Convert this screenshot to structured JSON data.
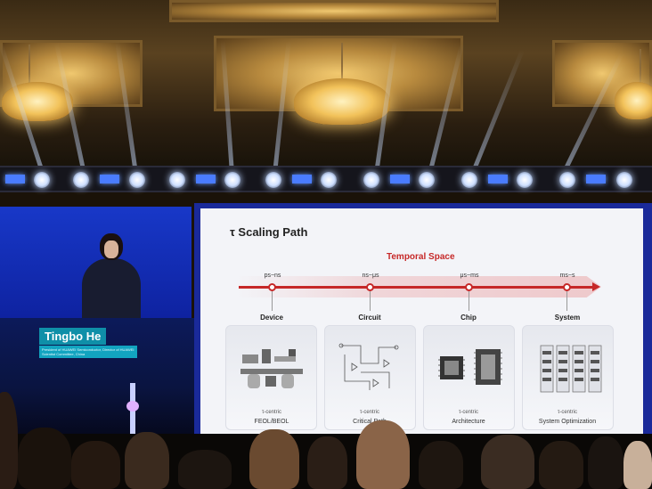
{
  "speaker": {
    "name": "Tingbo He",
    "title": "President of HUAWEI Semiconductor, Director of HUAWEI Scientist Committee, China"
  },
  "slide": {
    "title": "τ Scaling Path",
    "subtitle": "Temporal Space",
    "stages": [
      {
        "time": "ps~ns",
        "level": "Device",
        "caption_top": "τ-centric",
        "caption_bottom": "FEOL/BEOL"
      },
      {
        "time": "ns~μs",
        "level": "Circuit",
        "caption_top": "τ-centric",
        "caption_bottom": "Critical Path"
      },
      {
        "time": "μs~ms",
        "level": "Chip",
        "caption_top": "τ-centric",
        "caption_bottom": "Architecture"
      },
      {
        "time": "ms~s",
        "level": "System",
        "caption_top": "τ-centric",
        "caption_bottom": "System Optimization"
      }
    ]
  },
  "colors": {
    "accent": "#c62828",
    "screen_blue": "#1838c8",
    "name_badge": "#0f8fa8"
  }
}
